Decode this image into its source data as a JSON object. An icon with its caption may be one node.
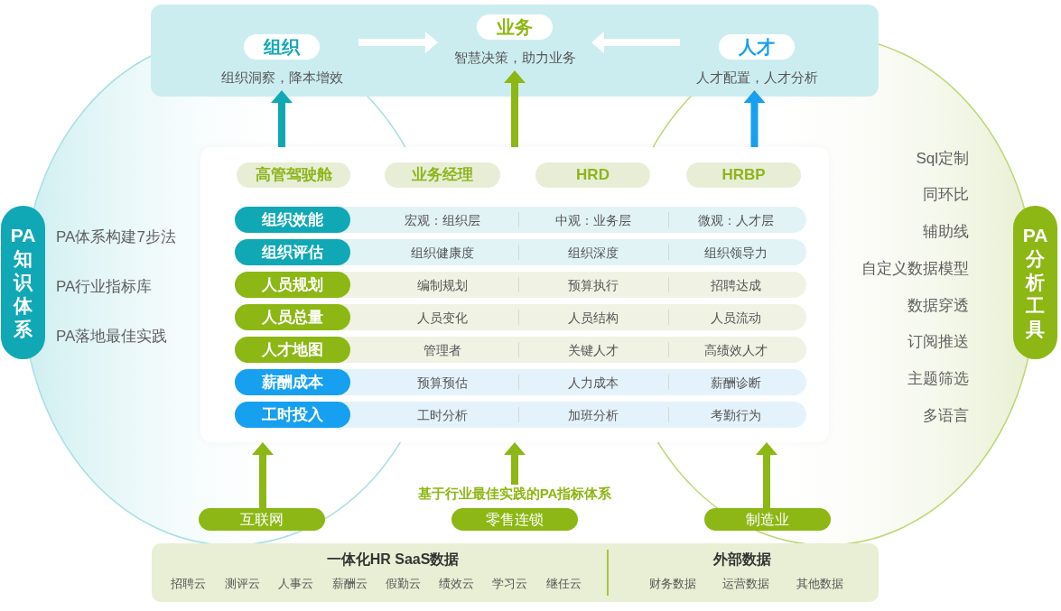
{
  "diagram": {
    "nodes": [
      {
        "text": [],
        "shape": "box"
      },
      {
        "text": [
          "组织",
          "组织洞察，降本增效"
        ],
        "in": 0
      },
      {
        "text": [
          "业务",
          "智慧决策，助力业务"
        ],
        "in": 0
      },
      {
        "text": [
          "人才",
          "人才配置，人才分析"
        ],
        "in": 0
      },
      {
        "text": [
          "PA知识体系"
        ],
        "beside": [
          "PA体系构建7步法",
          "PA行业指标库",
          "PA落地最佳实践"
        ]
      },
      {
        "text": [],
        "shape": "box"
      },
      {
        "text": [
          "高管驾驶舱"
        ],
        "in": 5
      },
      {
        "text": [
          "业务经理"
        ],
        "in": 5
      },
      {
        "text": [
          "HRD"
        ],
        "in": 5
      },
      {
        "text": [
          "HRBP"
        ],
        "in": 5
      },
      {
        "text": [
          "宏观：组织层",
          "中观：业务层",
          "微观：人才层"
        ],
        "in": 5
      },
      {
        "text": [
          "组织效能"
        ],
        "in": 10
      },
      {
        "text": [
          "组织健康度",
          "组织深度",
          "组织领导力"
        ],
        "in": 5
      },
      {
        "text": [
          "组织评估"
        ],
        "in": 12
      },
      {
        "text": [
          "编制规划",
          "预算执行",
          "招聘达成"
        ],
        "in": 5
      },
      {
        "text": [
          "人员规划"
        ],
        "in": 14
      },
      {
        "text": [
          "人员变化",
          "人员结构",
          "人员流动"
        ],
        "in": 5
      },
      {
        "text": [
          "人员总量"
        ],
        "in": 16
      },
      {
        "text": [
          "管理者",
          "关键人才",
          "高绩效人才"
        ],
        "in": 5
      },
      {
        "text": [
          "人才地图"
        ],
        "in": 18
      },
      {
        "text": [
          "预算预估",
          "人力成本",
          "薪酬诊断"
        ],
        "in": 5
      },
      {
        "text": [
          "薪酬成本"
        ],
        "in": 20
      },
      {
        "text": [
          "工时分析",
          "加班分析",
          "考勤行为"
        ],
        "in": 5
      },
      {
        "text": [
          "工时投入"
        ],
        "in": 22
      },
      {
        "text": [
          "PA分析工具"
        ],
        "beside": [
          "Sql定制",
          "同环比",
          "辅助线",
          "自定义数据模型",
          "数据穿透",
          "订阅推送",
          "主题筛选",
          "多语言"
        ]
      },
      {
        "text": [
          "基于行业最佳实践的PA指标体系"
        ]
      },
      {
        "text": [
          "互联网"
        ]
      },
      {
        "text": [
          "零售连锁"
        ]
      },
      {
        "text": [
          "制造业"
        ]
      },
      {
        "text": [
          "一体化HR SaaS数据",
          "招聘云",
          "测评云",
          "人事云",
          "薪酬云",
          "假勤云",
          "绩效云",
          "学习云",
          "继任云",
          "外部数据",
          "财务数据",
          "运营数据",
          "其他数据"
        ]
      }
    ],
    "edges": [
      {
        "from": 1,
        "to": 2,
        "arrow": "to",
        "color": "#ffffff"
      },
      {
        "from": 3,
        "to": 2,
        "arrow": "to",
        "color": "#ffffff"
      },
      {
        "from": 5,
        "to": 1,
        "arrow": "to",
        "color": "#11a8b5"
      },
      {
        "from": 5,
        "to": 2,
        "arrow": "to"
      },
      {
        "from": 5,
        "to": 3,
        "arrow": "to",
        "color": "#17a0ef"
      },
      {
        "from": 26,
        "to": 5,
        "arrow": "to"
      },
      {
        "from": 25,
        "to": 5,
        "arrow": "to"
      },
      {
        "from": 28,
        "to": 5,
        "arrow": "to"
      }
    ]
  }
}
